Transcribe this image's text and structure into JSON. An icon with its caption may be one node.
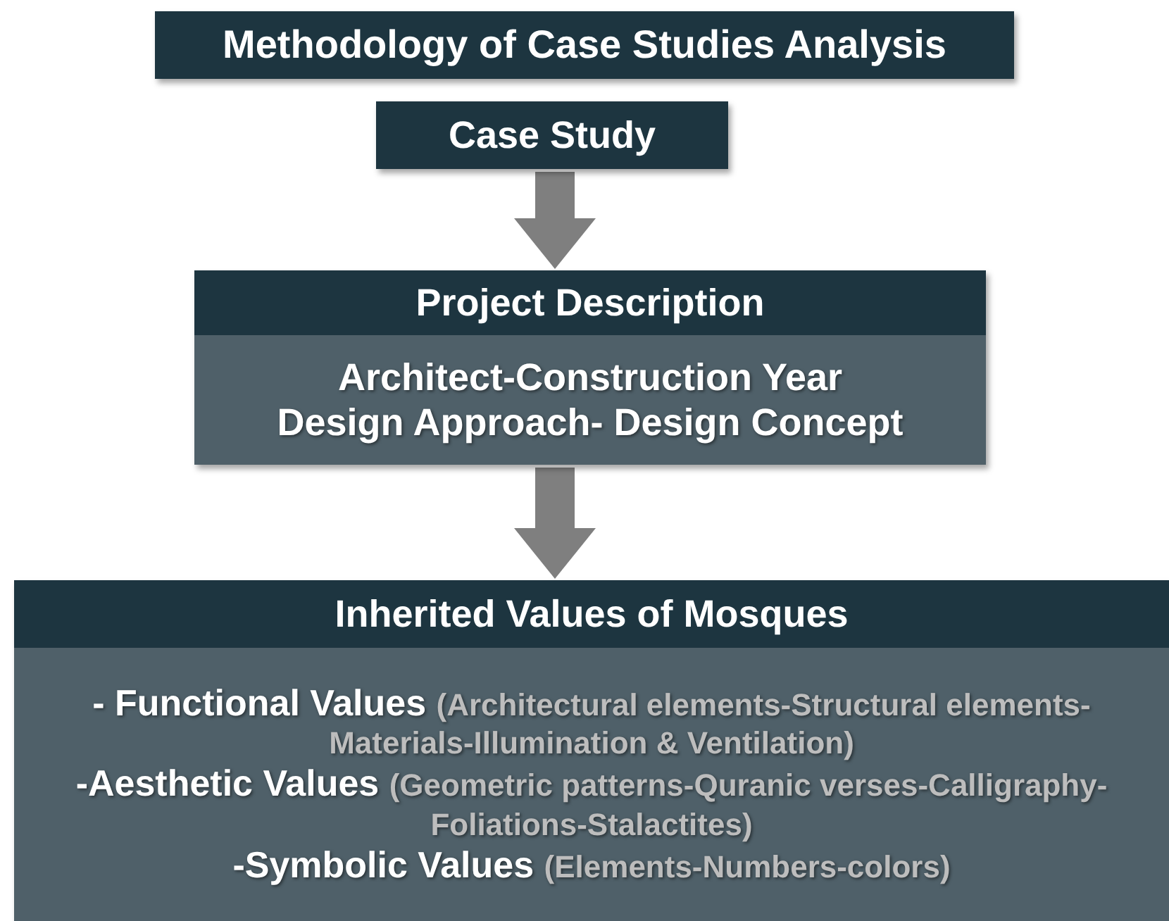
{
  "diagram": {
    "title": "Methodology of Case Studies Analysis",
    "nodes": [
      {
        "text": [
          "Case Study"
        ]
      },
      {
        "text": [
          "Project Description",
          "Architect-Construction Year",
          "Design Approach- Design Concept"
        ]
      },
      {
        "text": [
          "Inherited Values of Mosques",
          "- Functional Values (Architectural elements-Structural elements-Materials-Illumination & Ventilation)",
          "-Aesthetic Values (Geometric patterns-Quranic verses-Calligraphy-Foliations-Stalactites)",
          "-Symbolic Values (Elements-Numbers-colors)"
        ]
      }
    ],
    "edges": [
      {
        "from": 0,
        "to": 1,
        "arrow": "to"
      },
      {
        "from": 1,
        "to": 2,
        "arrow": "to"
      }
    ]
  }
}
